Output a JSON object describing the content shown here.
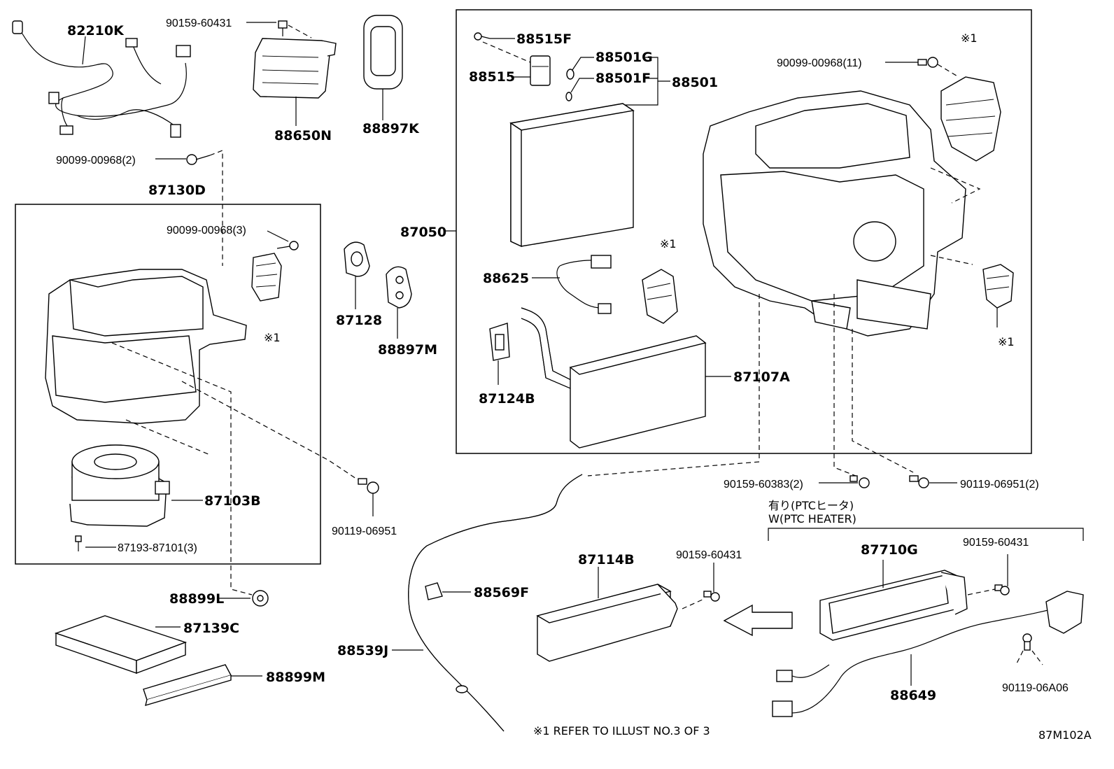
{
  "parts": {
    "p82210K": "82210K",
    "p90159_60431_top": "90159-60431",
    "p88650N": "88650N",
    "p88897K": "88897K",
    "p90099_00968_2": "90099-00968(2)",
    "p87130D": "87130D",
    "p90099_00968_3": "90099-00968(3)",
    "p87128": "87128",
    "p88897M": "88897M",
    "p87103B": "87103B",
    "p87193_87101_3": "87193-87101(3)",
    "p90119_06951_mid": "90119-06951",
    "p88899L": "88899L",
    "p87139C": "87139C",
    "p88899M": "88899M",
    "p88515F": "88515F",
    "p88515": "88515",
    "p88501G": "88501G",
    "p88501F": "88501F",
    "p88501": "88501",
    "p87050": "87050",
    "p88625": "88625",
    "p87124B": "87124B",
    "p87107A": "87107A",
    "p90099_00968_11": "90099-00968(11)",
    "p90159_60383_2": "90159-60383(2)",
    "p90119_06951_2": "90119-06951(2)",
    "p88569F": "88569F",
    "p88539J": "88539J",
    "p87114B": "87114B",
    "p90159_60431_mid": "90159-60431",
    "p87710G": "87710G",
    "p90159_60431_right": "90159-60431",
    "p88649": "88649",
    "p90119_06A06": "90119-06A06"
  },
  "notes": {
    "ref_mark": "※1",
    "ptc_jp": "有り(PTCヒータ)",
    "ptc_en": "W(PTC HEATER)",
    "footnote": "※1 REFER TO ILLUST NO.3 OF 3",
    "illust_code": "87M102A"
  }
}
